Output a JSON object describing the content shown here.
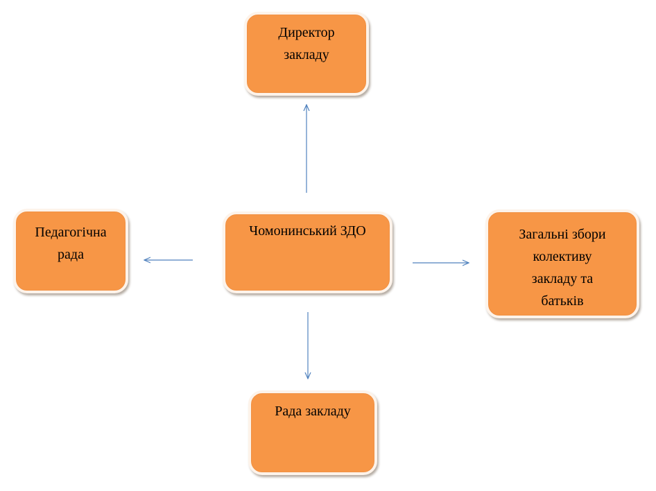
{
  "nodes": {
    "center": "Чомонинський ЗДО",
    "director": "Директор\nзакладу",
    "pedagogical_council": "Педагогічна\nрада",
    "general_meeting": "Загальні збори\nколективу\nзакладу та\nбатьків",
    "institution_council": "Рада закладу"
  },
  "colors": {
    "node_fill": "#f79646",
    "node_border": "#fdf3ea",
    "arrow": "#4f81bd"
  }
}
